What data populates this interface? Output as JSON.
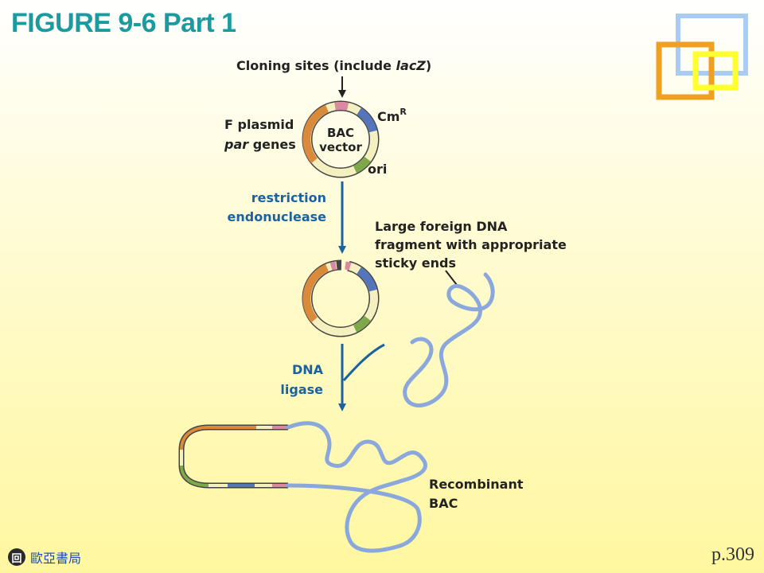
{
  "title": "FIGURE 9-6 Part 1",
  "labels": {
    "cloning_sites_prefix": "Cloning sites (include ",
    "cloning_sites_gene": "lacZ",
    "cloning_sites_suffix": ")",
    "f_plasmid": "F plasmid",
    "par_italic": "par",
    "par_genes": " genes",
    "cm_resistance_base": "Cm",
    "cm_resistance_sup": "R",
    "ori": "ori",
    "bac_line1": "BAC",
    "bac_line2": "vector",
    "restriction_line1": "restriction",
    "restriction_line2": "endonuclease",
    "foreign_line1": "Large foreign DNA",
    "foreign_line2": "fragment with appropriate",
    "foreign_line3": "sticky ends",
    "ligase_line1": "DNA",
    "ligase_line2": "ligase",
    "recombinant_line1": "Recombinant",
    "recombinant_line2": "BAC"
  },
  "footer": {
    "publisher_logo": "回",
    "publisher": "歐亞書局",
    "page": "p.309"
  },
  "colors": {
    "title": "#1b9aa0",
    "arrow_blue": "#1a63a0",
    "dna_blue": "#8aa8dc",
    "segment_orange": "#d98a3a",
    "segment_blue": "#5575bb",
    "segment_green": "#7fa84a",
    "segment_pink": "#d98aa0",
    "segment_cream": "#f5f0c0"
  }
}
